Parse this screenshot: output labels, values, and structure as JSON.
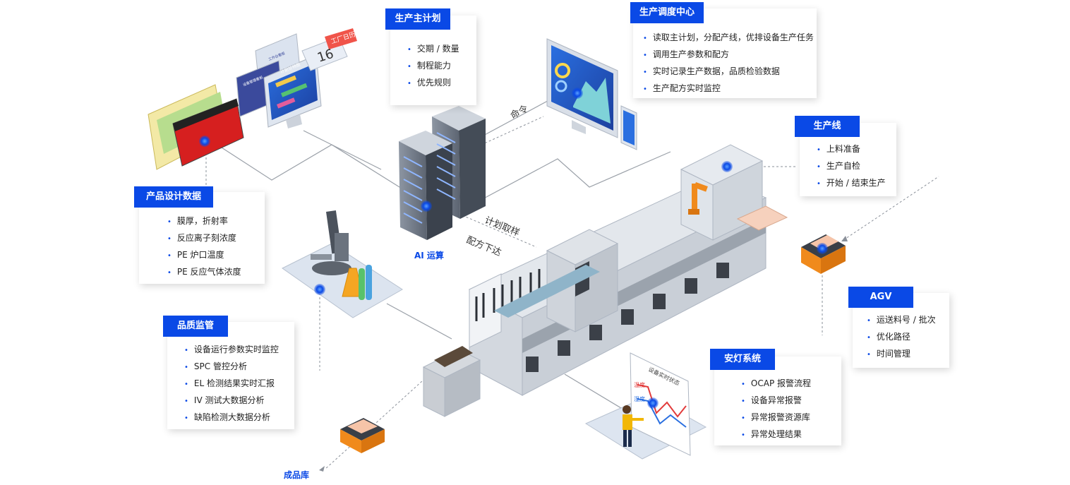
{
  "accent_color": "#0a49e6",
  "calendar": {
    "header": "工厂日历",
    "day": "16"
  },
  "monitor_left": {
    "title_a": "工作台看板",
    "title_b": "设备管理看板",
    "title_c": "计划甘特图"
  },
  "whiteboard": {
    "title": "设备实时状态",
    "legend_a": "温度",
    "legend_b": "湿度"
  },
  "production_plan": {
    "title": "生产主计划",
    "items": [
      "交期 / 数量",
      "制程能力",
      "优先规则"
    ]
  },
  "dispatch_center": {
    "title": "生产调度中心",
    "items": [
      "读取主计划，分配产线，优排设备生产任务",
      "调用生产参数和配方",
      "实时记录生产数据，品质检验数据",
      "生产配方实时监控"
    ]
  },
  "production_line": {
    "title": "生产线",
    "items": [
      "上料准备",
      "生产自检",
      "开始 / 结束生产"
    ]
  },
  "product_design": {
    "title": "产品设计数据",
    "items": [
      "膜厚，折射率",
      "反应离子刻浓度",
      "PE 炉口温度",
      "PE 反应气体浓度"
    ]
  },
  "quality": {
    "title": "品质监管",
    "items": [
      "设备运行参数实时监控",
      "SPC 管控分析",
      "EL 检测结果实时汇报",
      "IV 测试大数据分析",
      "缺陷检测大数据分析"
    ]
  },
  "agv": {
    "title": "AGV",
    "items": [
      "运送料号 / 批次",
      "优化路径",
      "时间管理"
    ]
  },
  "andon": {
    "title": "安灯系统",
    "items": [
      "OCAP 报警流程",
      "设备异常报警",
      "异常报警资源库",
      "异常处理结果"
    ]
  },
  "labels": {
    "ai": "AI 运算",
    "warehouse": "成品库",
    "command": "命令",
    "plan_sample": "计划取样",
    "recipe": "配方下达"
  },
  "icons": [
    "server-icon",
    "microscope-icon",
    "flask-icon",
    "monitor-icon",
    "tablet-icon",
    "robot-arm-icon",
    "agv-icon",
    "calendar-icon",
    "whiteboard-icon",
    "worker-icon"
  ]
}
